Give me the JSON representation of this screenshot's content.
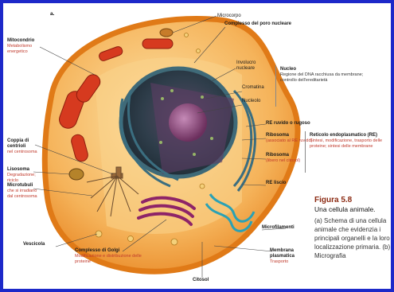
{
  "figure": {
    "panel_letter": "a.",
    "number": "Figura 5.8",
    "title": "Una cellula animale.",
    "caption": "(a) Schema di una cellula animale che evidenzia i principali organelli e la loro localizzazione primaria. (b) Micrografia"
  },
  "labels": {
    "microcorpo": "Microcorpo",
    "complesso_poro": "Complesso del poro nucleare",
    "mitocondrio": {
      "title": "Mitocondrio",
      "sub": "Metabolismo energetico"
    },
    "involucro": "Involucro nucleare",
    "cromatina": "Cromatina",
    "nucleolo": "Nucleolo",
    "nucleo": {
      "title": "Nucleo",
      "sub": "Regione del DNA racchiusa da membrane; controllo dell'ereditarietà"
    },
    "re_ruvido": "RE ruvido o rugoso",
    "ribosoma_associato": {
      "title": "Ribosoma",
      "sub": "(associato al RE ruvido)"
    },
    "ribosoma_libero": {
      "title": "Ribosoma",
      "sub": "(libero nel citosol)"
    },
    "reticolo": {
      "title": "Reticolo endoplasmatico (RE)",
      "sub": "Sintesi, modificazione, trasporto delle proteine; sintesi delle membrane"
    },
    "re_liscio": "RE liscio",
    "centrioli": {
      "title": "Coppia di centrioli",
      "sub": "nel centrosoma"
    },
    "lisosoma": {
      "title": "Lisosoma",
      "sub": "Degradazione; riciclo"
    },
    "microtubuli": {
      "title": "Microtubuli",
      "sub": "che si irradiano dal centrosoma"
    },
    "vescicola": "Vescicola",
    "microfilamenti": "Microfilamenti",
    "membrana": {
      "title": "Membrana plasmatica",
      "sub": "Trasporto"
    },
    "golgi": {
      "title": "Complesso di Golgi",
      "sub": "Modificazione e distribuzione delle proteine"
    },
    "citosol": "Citosol"
  },
  "colors": {
    "background_frame": "#1d29c9",
    "cell_membrane": "#f08a1e",
    "cytoplasm": "#f7c476",
    "nucleus": "#2f4e5c",
    "nucleolus": "#7b3f6e",
    "mitochondria": "#d63a1f",
    "golgi": "#8e2468",
    "smooth_er": "#2aa1b5",
    "accent_text": "#c0392b"
  }
}
